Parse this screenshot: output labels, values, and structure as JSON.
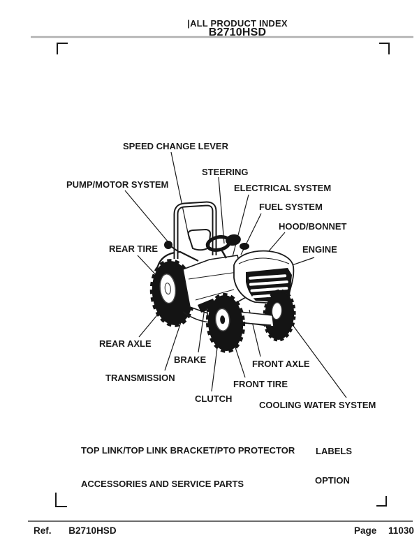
{
  "header": {
    "index_title": "|ALL PRODUCT INDEX",
    "model": "B2710HSD"
  },
  "diagram": {
    "subject": "tractor-parts-index-line-art",
    "labels": [
      {
        "text": "SPEED CHANGE LEVER"
      },
      {
        "text": "STEERING"
      },
      {
        "text": "PUMP/MOTOR SYSTEM"
      },
      {
        "text": "ELECTRICAL SYSTEM"
      },
      {
        "text": "FUEL SYSTEM"
      },
      {
        "text": "HOOD/BONNET"
      },
      {
        "text": "REAR TIRE"
      },
      {
        "text": "ENGINE"
      },
      {
        "text": "REAR AXLE"
      },
      {
        "text": "BRAKE"
      },
      {
        "text": "FRONT AXLE"
      },
      {
        "text": "TRANSMISSION"
      },
      {
        "text": "FRONT TIRE"
      },
      {
        "text": "CLUTCH"
      },
      {
        "text": "COOLING WATER SYSTEM"
      },
      {
        "text": "TOP LINK/TOP LINK BRACKET/PTO PROTECTOR"
      },
      {
        "text": "LABELS"
      },
      {
        "text": "ACCESSORIES AND SERVICE PARTS"
      },
      {
        "text": "OPTION"
      }
    ]
  },
  "footer": {
    "ref_label": "Ref.",
    "ref_value": "B2710HSD",
    "page_label": "Page",
    "page_value": "11030"
  },
  "colors": {
    "ink": "#1a1a1a",
    "header_rule": "#b0b0b0",
    "footer_rule": "#3a3a3a"
  }
}
